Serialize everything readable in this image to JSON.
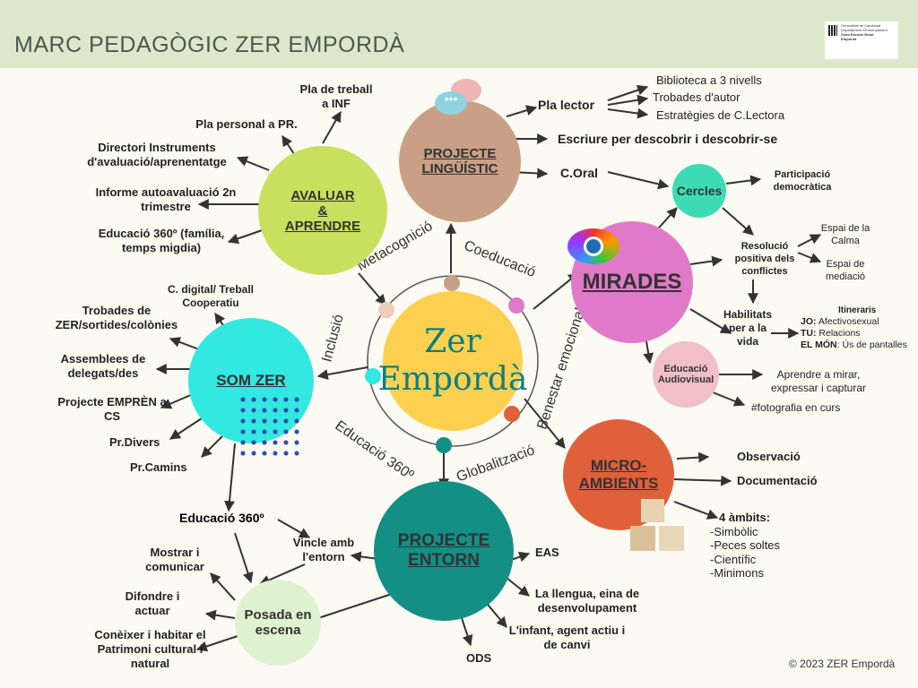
{
  "title": "MARC PEDAGÒGIC ZER EMPORDÀ",
  "logo": [
    "Generalitat de Catalunya",
    "Departament d'Ensenyament",
    "Zona Escolar Rural",
    "Empordà"
  ],
  "center": [
    "Zer",
    "Empordà"
  ],
  "ring": [
    "Metacognició",
    "Coeducació",
    "Benestar emocional",
    "Globalització",
    "Educació 360º",
    "Inclusió"
  ],
  "nodes": {
    "avaluar": [
      "AVALUAR",
      "&",
      "APRENDRE"
    ],
    "linguistic": [
      "PROJECTE",
      "LINGÜÍSTIC"
    ],
    "mirades": "MIRADES",
    "somzer": "SOM ZER",
    "micro": [
      "MICRO-",
      "AMBIENTS"
    ],
    "entorn": [
      "PROJECTE",
      "ENTORN"
    ],
    "posada": [
      "Posada en",
      "escena"
    ],
    "cercles": "Cercles",
    "audiovisual": [
      "Educació",
      "Audiovisual"
    ]
  },
  "avaluar_items": [
    "Pla de treball a INF",
    "Pla personal  a PR.",
    "Directori Instruments d'avaluació/aprenentatge",
    "Informe autoavaluació 2n trimestre",
    "Educació 360º (família, temps migdia)"
  ],
  "linguistic_items": [
    "Pla lector",
    "Biblioteca a 3 nivells",
    "Trobades d'autor",
    "Estratègies de C.Lectora",
    "Escriure per descobrir i descobrir-se",
    "C.Oral"
  ],
  "mirades_items": [
    "Participació democràtica",
    "Resolució positiva dels conflictes",
    "Espai de la Calma",
    "Espai de mediació",
    "Habilitats per a la vida",
    "Itineraris",
    "JO:",
    "Afectivosexual",
    "TU:",
    "Relacions",
    "EL MÓN",
    "Ús de pantalles",
    "Aprendre a mirar, expressar i capturar",
    "#fotografia en curs"
  ],
  "somzer_items": [
    "C. digital/ Treball Cooperatiu",
    "Trobades de ZER/sortides/colònies",
    "Assemblees de delegats/des",
    "Projecte EMPRÈN a CS",
    "Pr.Divers",
    "Pr.Camins"
  ],
  "micro_items": [
    "Observació",
    "Documentació",
    "4 àmbits:",
    "-Simbòlic",
    "-Peces soltes",
    "-Científic",
    "-Minimons"
  ],
  "entorn_items": [
    "EAS",
    "La llengua, eina de desenvolupament",
    "L'infant, agent actiu i de canvi",
    "ODS",
    "Vincle amb l'entorn"
  ],
  "posada_items": [
    "Educació 360º",
    "Mostrar i comunicar",
    "Difondre i actuar",
    "Conèixer i habitar el Patrimoni cultural i natural"
  ],
  "copyright": "© 2023 ZER Empordà"
}
